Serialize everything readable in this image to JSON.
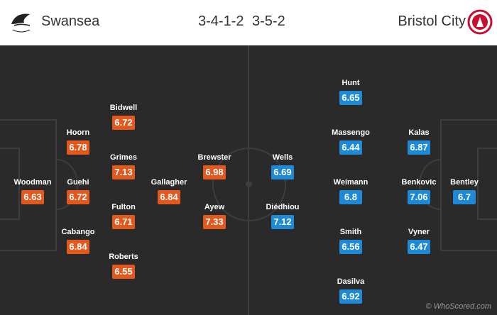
{
  "header": {
    "home_team": "Swansea",
    "away_team": "Bristol City",
    "home_formation": "3-4-1-2",
    "away_formation": "3-5-2"
  },
  "colors": {
    "home_accent": "#e2581d",
    "away_accent": "#1e8ad6",
    "pitch": "#2a2a2a"
  },
  "home_players": [
    {
      "name": "Woodman",
      "rating": "6.63"
    },
    {
      "name": "Hoorn",
      "rating": "6.78"
    },
    {
      "name": "Guehi",
      "rating": "6.72"
    },
    {
      "name": "Cabango",
      "rating": "6.84"
    },
    {
      "name": "Bidwell",
      "rating": "6.72"
    },
    {
      "name": "Grimes",
      "rating": "7.13"
    },
    {
      "name": "Fulton",
      "rating": "6.71"
    },
    {
      "name": "Roberts",
      "rating": "6.55"
    },
    {
      "name": "Gallagher",
      "rating": "6.84"
    },
    {
      "name": "Brewster",
      "rating": "6.98"
    },
    {
      "name": "Ayew",
      "rating": "7.33"
    }
  ],
  "away_players": [
    {
      "name": "Wells",
      "rating": "6.69"
    },
    {
      "name": "Diédhiou",
      "rating": "7.12"
    },
    {
      "name": "Hunt",
      "rating": "6.65"
    },
    {
      "name": "Massengo",
      "rating": "6.44"
    },
    {
      "name": "Weimann",
      "rating": "6.8"
    },
    {
      "name": "Smith",
      "rating": "6.56"
    },
    {
      "name": "Dasilva",
      "rating": "6.92"
    },
    {
      "name": "Kalas",
      "rating": "6.87"
    },
    {
      "name": "Benkovic",
      "rating": "7.06"
    },
    {
      "name": "Vyner",
      "rating": "6.47"
    },
    {
      "name": "Bentley",
      "rating": "6.7"
    }
  ],
  "watermark": "© WhoScored.com"
}
